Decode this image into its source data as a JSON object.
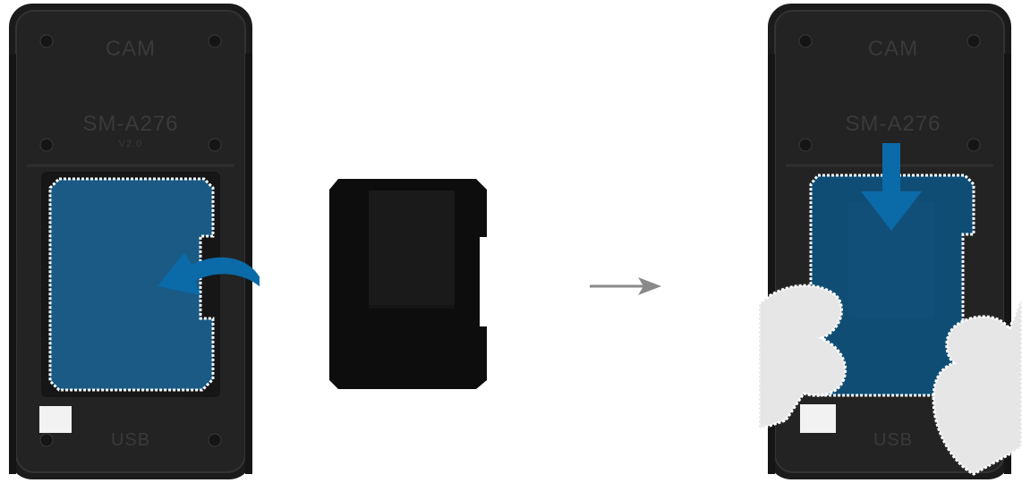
{
  "left_frame": {
    "top_label": "CAM",
    "model_label": "SM-A276",
    "version_label": "V2.0",
    "bottom_label": "USB"
  },
  "right_frame": {
    "top_label": "CAM",
    "model_label": "SM-A276",
    "bottom_label": "USB"
  },
  "colors": {
    "frame": "#1b1b1b",
    "frame_edge": "#2a2a2a",
    "film_blue": "#1a5a85",
    "film_blue_dark": "#0f4d75",
    "arrow_blue": "#0b6aa8",
    "dashed_outline": "#ffffff",
    "step_arrow": "#8a8a8a",
    "glove": "#e6e6e6"
  },
  "icons": {
    "peel_arrow": "curved-left-arrow-icon",
    "step_arrow": "right-arrow-icon",
    "press_arrow": "down-arrow-icon"
  }
}
